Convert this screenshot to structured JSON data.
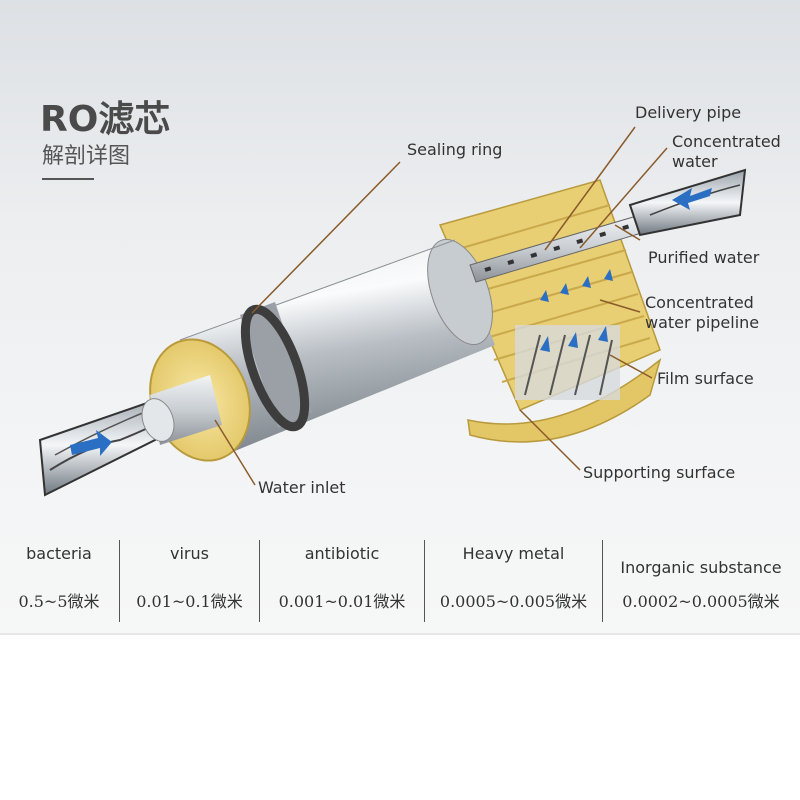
{
  "header": {
    "title": "RO滤芯",
    "subtitle": "解剖详图"
  },
  "labels": {
    "delivery_pipe": "Delivery pipe",
    "concentrated_water": "Concentrated water",
    "sealing_ring": "Sealing ring",
    "purified_water": "Purified water",
    "concentrated_water_pipeline": "Concentrated water pipeline",
    "film_surface": "Film surface",
    "supporting_surface": "Supporting surface",
    "water_inlet": "Water inlet"
  },
  "table": [
    {
      "name": "bacteria",
      "value": "0.5~5微米"
    },
    {
      "name": "virus",
      "value": "0.01~0.1微米"
    },
    {
      "name": "antibiotic",
      "value": "0.001~0.01微米"
    },
    {
      "name": "Heavy metal",
      "value": "0.0005~0.005微米"
    },
    {
      "name": "Inorganic substance",
      "value": "0.0002~0.0005微米"
    }
  ],
  "colors": {
    "leader": "#8a5a2b",
    "arrow": "#2b6fc4",
    "membrane": "#e9d17a",
    "cylinder": "#b9bfc5",
    "ring": "#3d3d3d"
  }
}
